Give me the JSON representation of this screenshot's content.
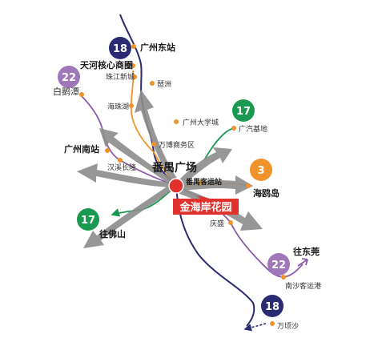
{
  "colors": {
    "line18": "#2a2a72",
    "line22": "#8a5aa6",
    "line3": "#f0932b",
    "line17": "#1a9a50",
    "line22_badge": "#a077b8",
    "arrow": "#8c8c8c",
    "hub": "#e0312c",
    "project_bg": "#e0312c",
    "station_dot": "#f0932b"
  },
  "badges": {
    "line18_top": "18",
    "line22_left": "22",
    "line17_top": "17",
    "line3": "3",
    "line17_left": "17",
    "line22_right": "22",
    "line18_bottom": "18"
  },
  "stations": {
    "guangzhou_east": "广州东站",
    "tianhe_cbd": "天河核心商圈",
    "zhujiang_newtown": "珠江新城",
    "pazhou": "琶洲",
    "baietan": "白鹅潭",
    "haizhu_lake": "海珠湖",
    "university_town": "广州大学城",
    "gac_base": "广汽基地",
    "wanbo": "万博商务区",
    "guangzhou_south": "广州南站",
    "chimelong": "汉溪长隆",
    "panyu_square": "番禺广场",
    "panyu_bus": "番禺客运站",
    "haiou_island": "海鸥岛",
    "to_foshan": "往佛山",
    "qingsheng": "庆盛",
    "to_dongguan": "往东莞",
    "nansha_port": "南沙客运港",
    "wanqingsha": "万顷沙"
  },
  "project": {
    "name": "金海岸花园"
  }
}
